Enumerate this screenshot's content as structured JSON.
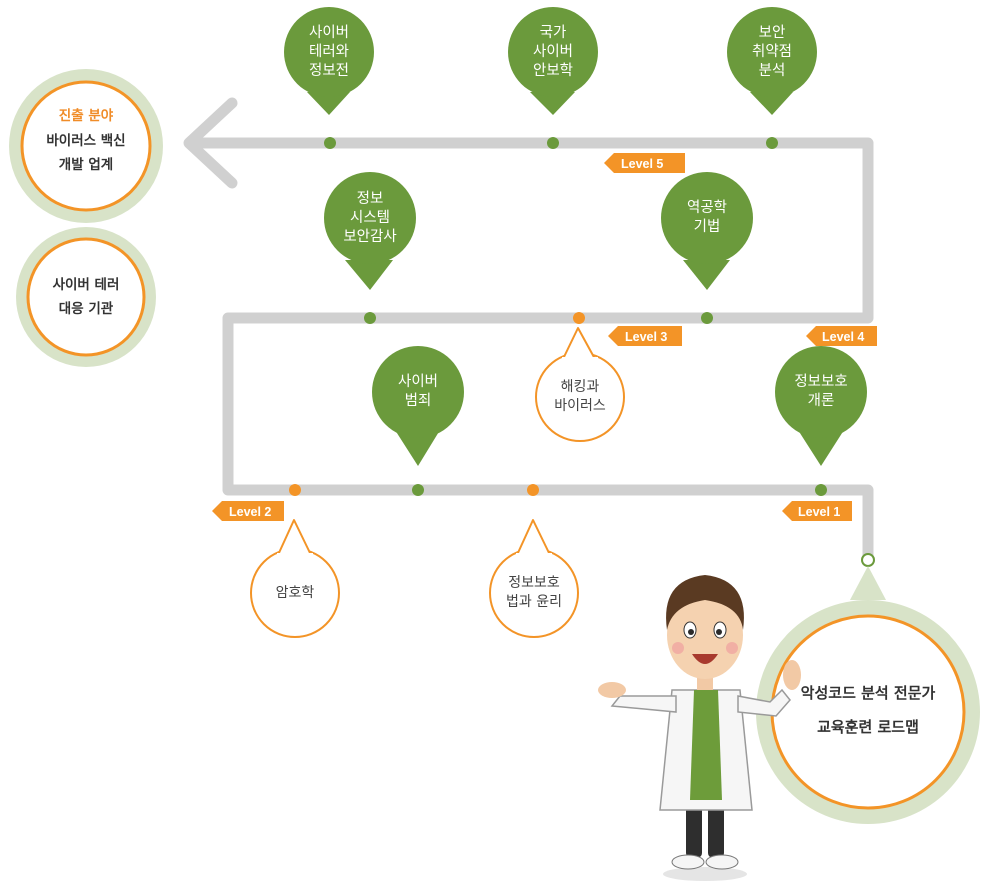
{
  "colors": {
    "track": "#d0d0d0",
    "green": "#6b9a3c",
    "orange": "#f39427",
    "outer_ring": "#d8e3c8",
    "white": "#ffffff",
    "text_dark": "#444444"
  },
  "levels": {
    "l1": "Level 1",
    "l2": "Level 2",
    "l3": "Level 3",
    "l4": "Level 4",
    "l5": "Level 5"
  },
  "green_topics": {
    "cyber_terror": "사이버\n테러와\n정보전",
    "national_security": "국가\n사이버\n안보학",
    "vuln_analysis": "보안\n취약점\n분석",
    "is_audit": "정보\n시스템\n보안감사",
    "reverse_eng": "역공학\n기법",
    "cyber_crime": "사이버\n범죄",
    "infosec_intro": "정보보호\n개론"
  },
  "orange_topics": {
    "hacking_virus": "해킹과\n바이러스",
    "cryptography": "암호학",
    "law_ethics": "정보보호\n법과 윤리"
  },
  "career": {
    "heading": "진출 분야",
    "vaccine": "바이러스 백신\n개발 업계",
    "agency": "사이버 테러\n대응 기관"
  },
  "title": {
    "text": "악성코드 분석 전문가\n교육훈련 로드맵"
  },
  "icons": {
    "arrow": "arrow-left-icon",
    "character": "teacher-character-icon"
  }
}
